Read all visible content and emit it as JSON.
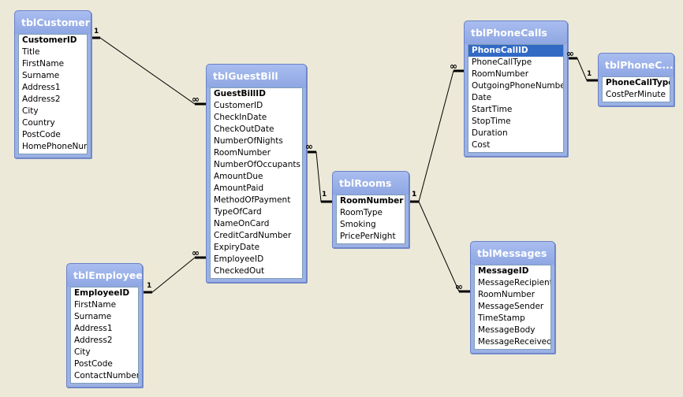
{
  "tables": [
    {
      "name": "tblCustomer",
      "fields": [
        {
          "label": "CustomerID",
          "pk": true
        },
        {
          "label": "Title"
        },
        {
          "label": "FirstName"
        },
        {
          "label": "Surname"
        },
        {
          "label": "Address1"
        },
        {
          "label": "Address2"
        },
        {
          "label": "City"
        },
        {
          "label": "Country"
        },
        {
          "label": "PostCode"
        },
        {
          "label": "HomePhoneNumb"
        }
      ]
    },
    {
      "name": "tblGuestBill",
      "fields": [
        {
          "label": "GuestBillID",
          "pk": true
        },
        {
          "label": "CustomerID"
        },
        {
          "label": "CheckInDate"
        },
        {
          "label": "CheckOutDate"
        },
        {
          "label": "NumberOfNights"
        },
        {
          "label": "RoomNumber"
        },
        {
          "label": "NumberOfOccupants"
        },
        {
          "label": "AmountDue"
        },
        {
          "label": "AmountPaid"
        },
        {
          "label": "MethodOfPayment"
        },
        {
          "label": "TypeOfCard"
        },
        {
          "label": "NameOnCard"
        },
        {
          "label": "CreditCardNumber"
        },
        {
          "label": "ExpiryDate"
        },
        {
          "label": "EmployeeID"
        },
        {
          "label": "CheckedOut"
        }
      ]
    },
    {
      "name": "tblEmployees",
      "fields": [
        {
          "label": "EmployeeID",
          "pk": true
        },
        {
          "label": "FirstName"
        },
        {
          "label": "Surname"
        },
        {
          "label": "Address1"
        },
        {
          "label": "Address2"
        },
        {
          "label": "City"
        },
        {
          "label": "PostCode"
        },
        {
          "label": "ContactNumber"
        }
      ]
    },
    {
      "name": "tblRooms",
      "fields": [
        {
          "label": "RoomNumber",
          "pk": true
        },
        {
          "label": "RoomType"
        },
        {
          "label": "Smoking"
        },
        {
          "label": "PricePerNight"
        }
      ]
    },
    {
      "name": "tblPhoneCalls",
      "fields": [
        {
          "label": "PhoneCallID",
          "pk": true,
          "selected": true
        },
        {
          "label": "PhoneCallType"
        },
        {
          "label": "RoomNumber"
        },
        {
          "label": "OutgoingPhoneNumber"
        },
        {
          "label": "Date"
        },
        {
          "label": "StartTime"
        },
        {
          "label": "StopTime"
        },
        {
          "label": "Duration"
        },
        {
          "label": "Cost"
        }
      ]
    },
    {
      "name": "tblPhoneC...",
      "fields": [
        {
          "label": "PhoneCallType",
          "pk": true
        },
        {
          "label": "CostPerMinute"
        }
      ]
    },
    {
      "name": "tblMessages",
      "fields": [
        {
          "label": "MessageID",
          "pk": true
        },
        {
          "label": "MessageRecipient"
        },
        {
          "label": "RoomNumber"
        },
        {
          "label": "MessageSender"
        },
        {
          "label": "TimeStamp"
        },
        {
          "label": "MessageBody"
        },
        {
          "label": "MessageReceived"
        }
      ]
    }
  ],
  "relationships": [
    {
      "one": "tblCustomer",
      "many": "tblGuestBill",
      "one_label": "1",
      "many_label": "∞"
    },
    {
      "one": "tblEmployees",
      "many": "tblGuestBill",
      "one_label": "1",
      "many_label": "∞"
    },
    {
      "one": "tblRooms",
      "many": "tblGuestBill",
      "one_label": "1",
      "many_label": "∞"
    },
    {
      "one": "tblRooms",
      "many": "tblPhoneCalls",
      "one_label": "1",
      "many_label": "∞"
    },
    {
      "one": "tblRooms",
      "many": "tblMessages",
      "one_label": "1",
      "many_label": "∞"
    },
    {
      "one": "tblPhoneC...",
      "many": "tblPhoneCalls",
      "one_label": "1",
      "many_label": "∞"
    }
  ]
}
